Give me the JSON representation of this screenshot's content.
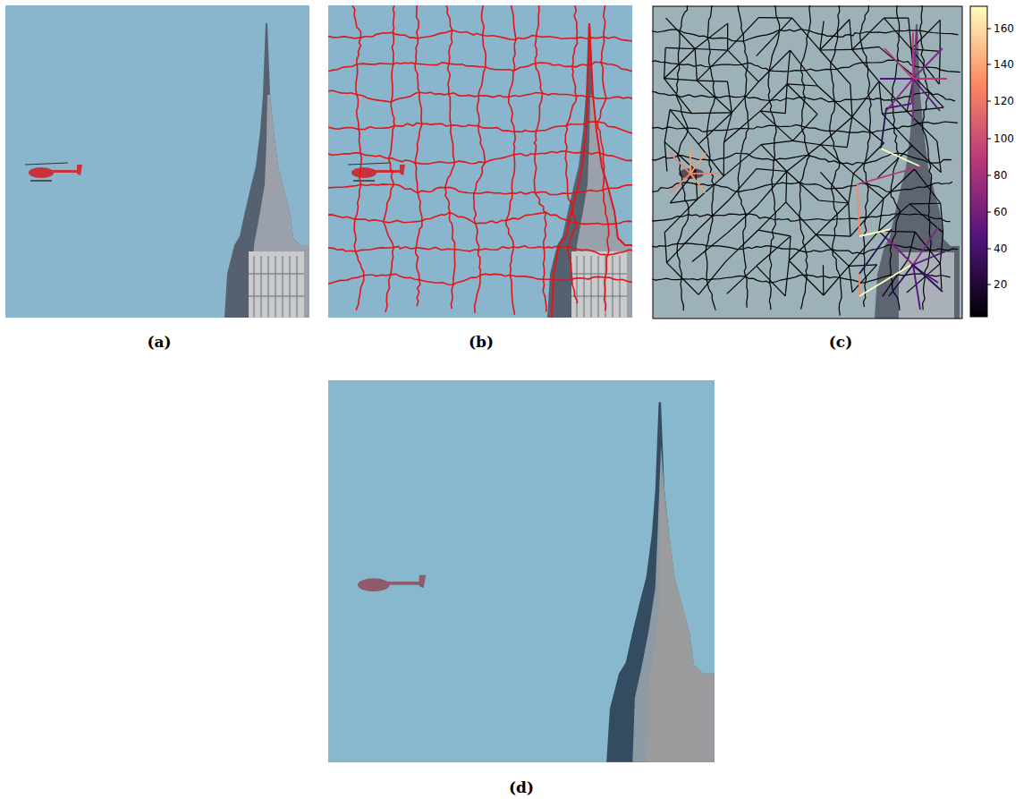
{
  "diagram": {
    "labels": [
      "(a)",
      "(b)",
      "(c)",
      "(d)",
      "160",
      "140",
      "120",
      "100",
      "80",
      "60",
      "40",
      "20"
    ]
  }
}
